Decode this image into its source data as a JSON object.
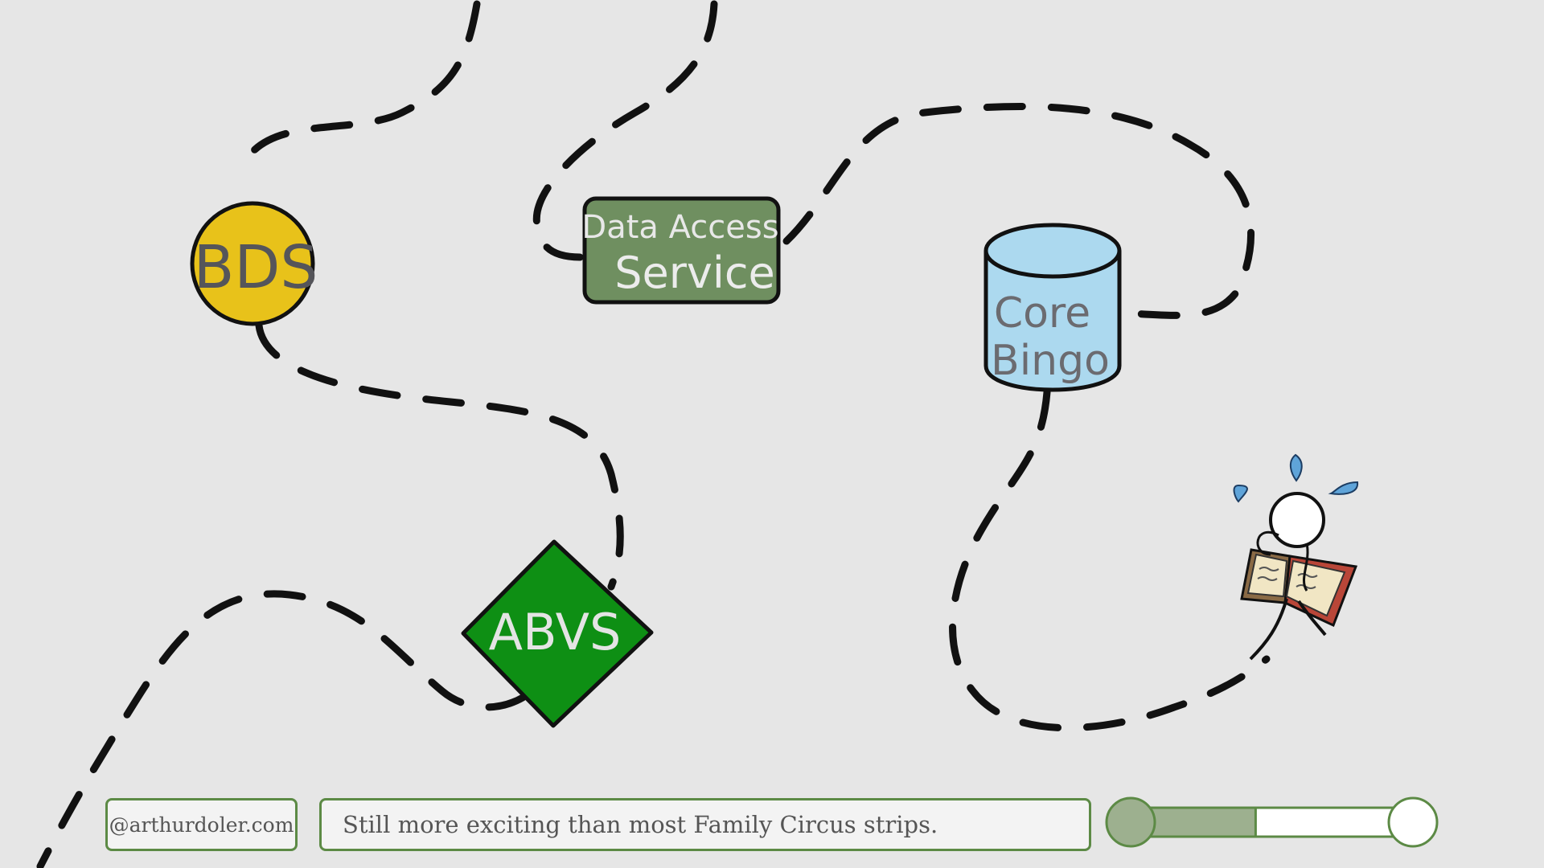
{
  "nodes": {
    "bds": "BDS",
    "data_access_line1": "Data Access",
    "data_access_line2": "Service",
    "core_bingo_line1": "Core",
    "core_bingo_line2": "Bingo",
    "abvs": "ABVS"
  },
  "footer": {
    "handle": "@arthurdoler.com",
    "caption": "Still more exciting than most Family Circus strips."
  },
  "progress": {
    "fraction": 0.45
  },
  "colors": {
    "background": "#e6e6e6",
    "bds": "#e8c21a",
    "data_access": "#6f8f60",
    "core_bingo": "#acd9ef",
    "abvs": "#0e8f14",
    "accent": "#5c8a45",
    "progress_fill": "#9db08f"
  }
}
